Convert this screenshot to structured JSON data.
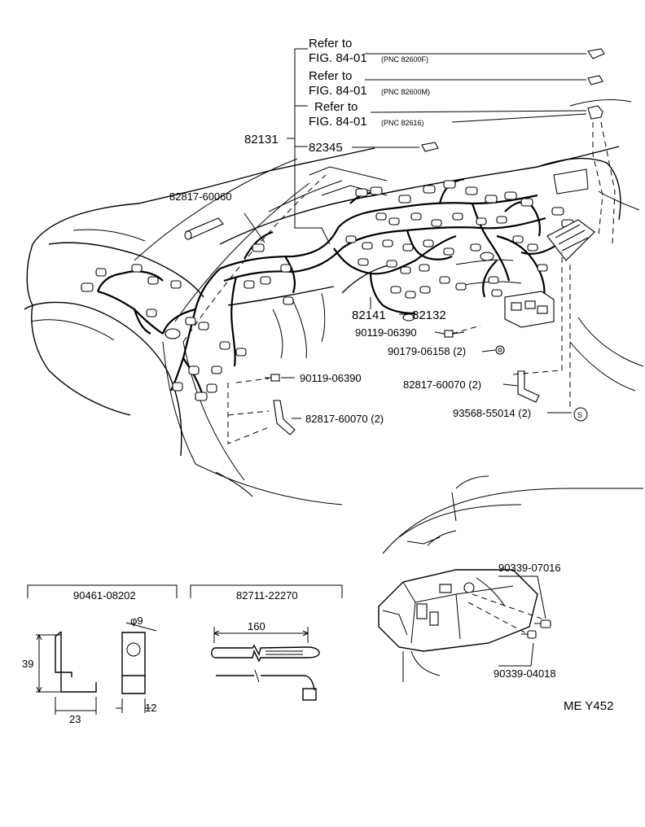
{
  "refs": [
    {
      "line1": "Refer to",
      "line2": "FIG. 84-01",
      "pnc": "(PNC 82600F)"
    },
    {
      "line1": "Refer to",
      "line2": "FIG. 84-01",
      "pnc": "(PNC 82600M)"
    },
    {
      "line1": "Refer to",
      "line2": "FIG. 84-01",
      "pnc": "(PNC 82616)"
    }
  ],
  "parts": {
    "p82131": "82131",
    "p82345": "82345",
    "p82817_60060": "82817-60060",
    "p82141": "82141",
    "p82132": "82132",
    "p90119_06390_a": "90119-06390",
    "p90179_06158": "90179-06158 (2)",
    "p90119_06390_b": "90119-06390",
    "p82817_60070_a": "82817-60070 (2)",
    "p82817_60070_b": "82817-60070 (2)",
    "p93568_55014": "93568-55014 (2)",
    "p90339_07016": "90339-07016",
    "p90339_04018": "90339-04018"
  },
  "detail_clip": {
    "title": "90461-08202",
    "dim_height": "39",
    "dim_width": "23",
    "dim_hole": "φ9",
    "dim_thickness": "12"
  },
  "detail_band": {
    "title": "82711-22270",
    "dim_length": "160"
  },
  "symbol_s": "S",
  "figure_code": "ME Y452"
}
